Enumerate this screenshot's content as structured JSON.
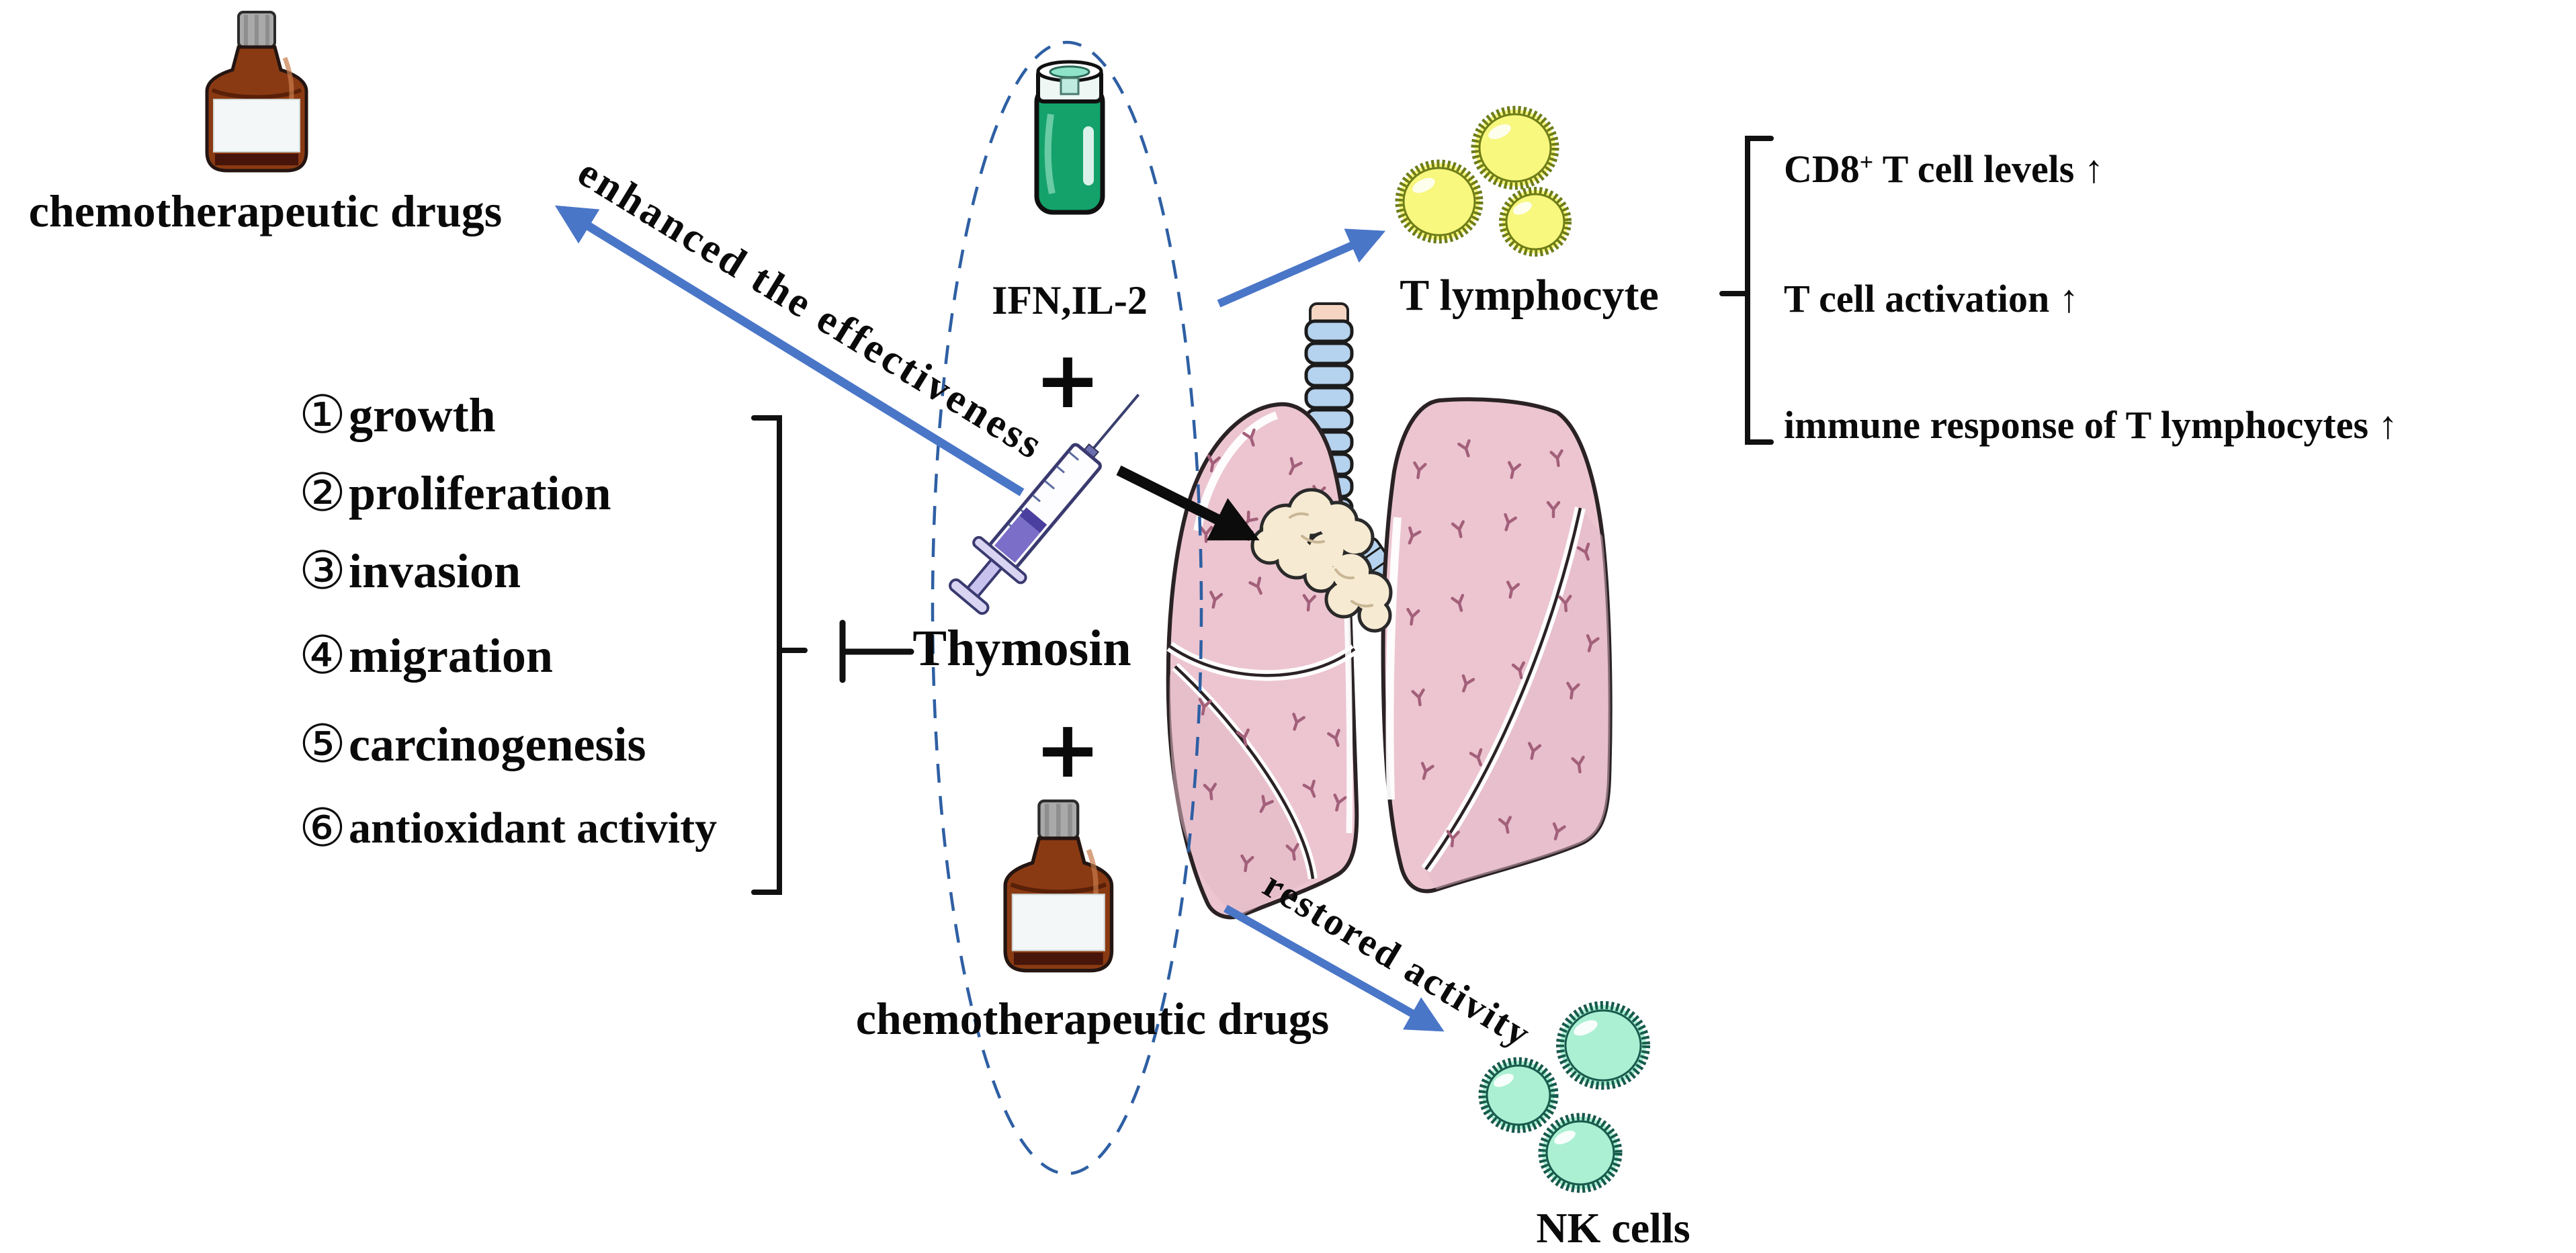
{
  "figure": {
    "type": "mechanism-diagram",
    "topic": "Thymosin combined with chemotherapeutic drugs in lung cancer"
  },
  "labels": {
    "chemo_top": "chemotherapeutic drugs",
    "enhanced_arrow": "enhanced the effectiveness",
    "ifn_il2": "IFN,IL-2",
    "plus_top": "+",
    "thymosin": "Thymosin",
    "plus_bottom": "+",
    "chemo_bottom": "chemotherapeutic drugs",
    "t_lymphocyte": "T lymphocyte",
    "restored_arrow": "restored activity",
    "nk_cells": "NK cells"
  },
  "inhibited_processes": {
    "items": [
      {
        "num": "①",
        "text": "growth"
      },
      {
        "num": "②",
        "text": "proliferation"
      },
      {
        "num": "③",
        "text": "invasion"
      },
      {
        "num": "④",
        "text": "migration"
      },
      {
        "num": "⑤",
        "text": "carcinogenesis"
      },
      {
        "num": "⑥",
        "text": "antioxidant activity"
      }
    ]
  },
  "t_cell_outcomes": {
    "items": [
      {
        "base": "CD8",
        "sup": "+",
        "rest": " T cell levels ↑"
      },
      {
        "base": "",
        "sup": "",
        "rest": "T cell activation ↑"
      },
      {
        "base": "",
        "sup": "",
        "rest": "immune response of T lymphocytes ↑"
      }
    ]
  },
  "icons": {
    "medicine_bottle": "brown glass drug bottle with gray cap and white label",
    "vial": "green cytokine vial",
    "syringe": "injection syringe",
    "lungs": "lungs with trachea and tumor",
    "t_cells": "three yellow T lymphocyte cells",
    "nk_cells": "three mint-green NK cells"
  },
  "colors": {
    "arrow_blue": "#4a76c8",
    "ellipse_dash_blue": "#2e5fa3",
    "ink": "#0a0a0a",
    "t_cell_fill": "#f8f77e",
    "t_cell_border": "#6e7d17",
    "nk_cell_fill": "#abf0d3",
    "nk_cell_border": "#175a4c",
    "lung_pink": "#ecc5d0",
    "lung_speckle": "#a3607a",
    "trachea_blue": "#b5d2ee",
    "tumor_cream": "#f6ead2",
    "bottle_brown": "#8a3a12",
    "vial_green": "#14a26a"
  }
}
